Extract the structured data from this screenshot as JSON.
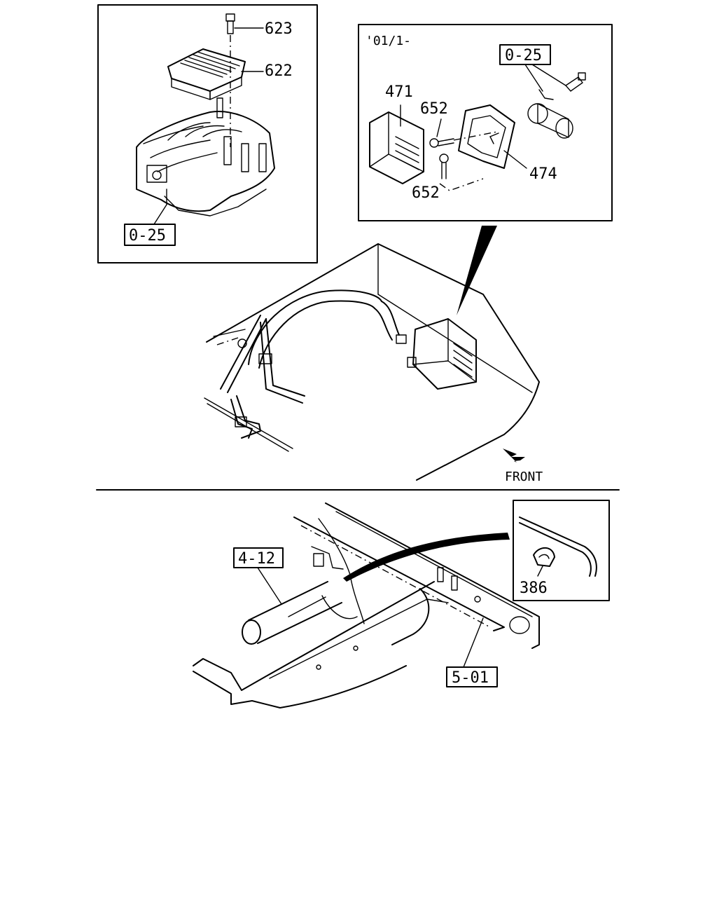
{
  "callouts": {
    "p623": "623",
    "p622": "622",
    "ref_0_25_left": "0-25",
    "date_note": "'01/1-",
    "ref_0_25_right": "0-25",
    "p471": "471",
    "p652_top": "652",
    "p652_bottom": "652",
    "p474": "474",
    "front": "FRONT",
    "ref_4_12": "4-12",
    "p386": "386",
    "ref_5_01": "5-01"
  },
  "icons": {
    "front_arrow": "arrow-icon"
  }
}
